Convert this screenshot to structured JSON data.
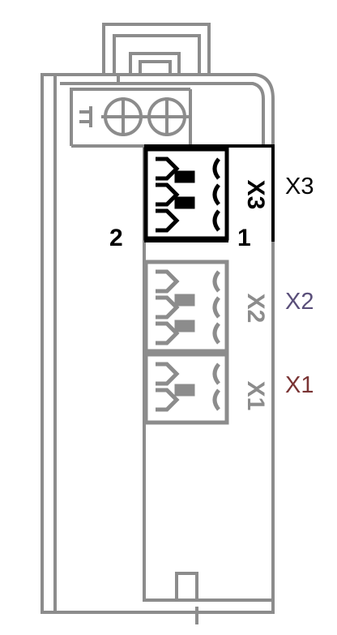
{
  "connectors": {
    "x3": {
      "name": "X3",
      "marking": "X3",
      "color": "#000000"
    },
    "x2": {
      "name": "X2",
      "marking": "X2",
      "color": "#5a4f7a"
    },
    "x1": {
      "name": "X1",
      "marking": "X1",
      "color": "#7a3434"
    }
  },
  "pins": {
    "left": "2",
    "right": "1"
  },
  "colors": {
    "outline": "#8c8c8c",
    "connector_grey": "#8c8c8c",
    "highlight": "#000000"
  }
}
